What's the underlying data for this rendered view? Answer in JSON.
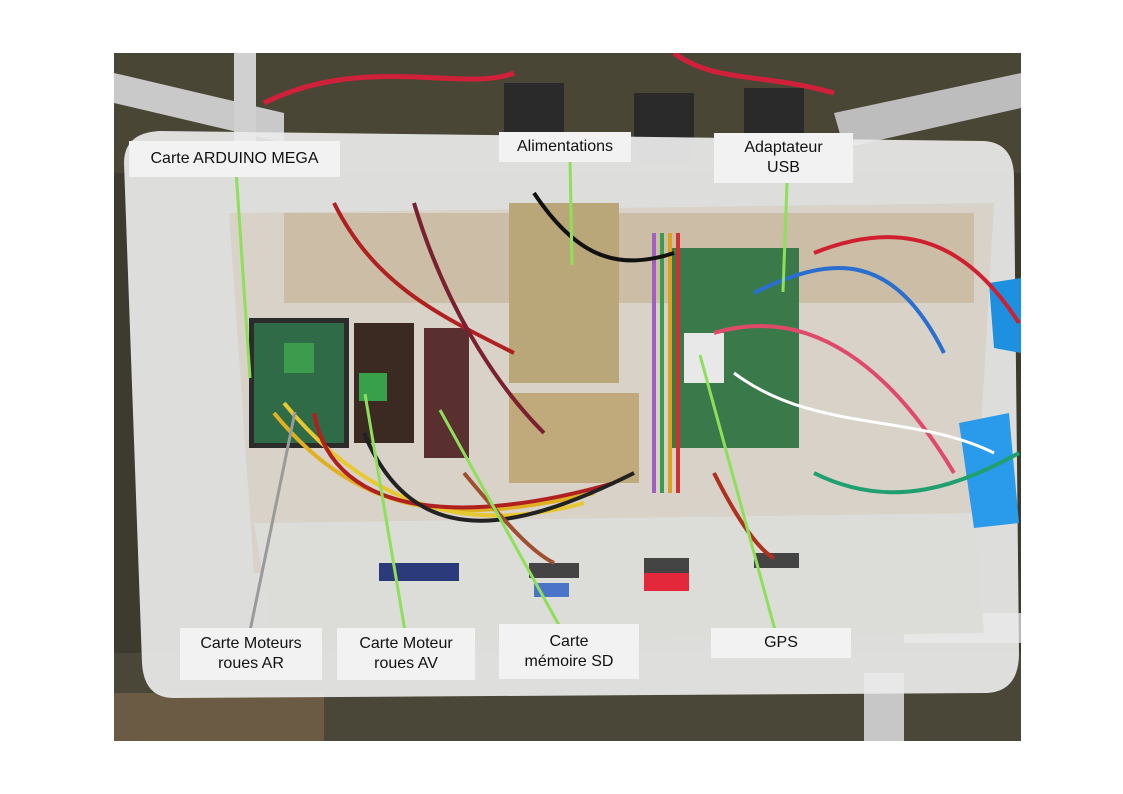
{
  "labels": {
    "arduino": "Carte ARDUINO MEGA",
    "power": "Alimentations",
    "usb": "Adaptateur\nUSB",
    "rear_motors": "Carte Moteurs\nroues AR",
    "front_motors": "Carte Moteur\nroues AV",
    "sd_card": "Carte\nmémoire SD",
    "gps": "GPS"
  },
  "colors": {
    "leader_green": "#8ee05a",
    "leader_gray": "#9a9a9a",
    "label_bg": "#f2f2f2"
  }
}
